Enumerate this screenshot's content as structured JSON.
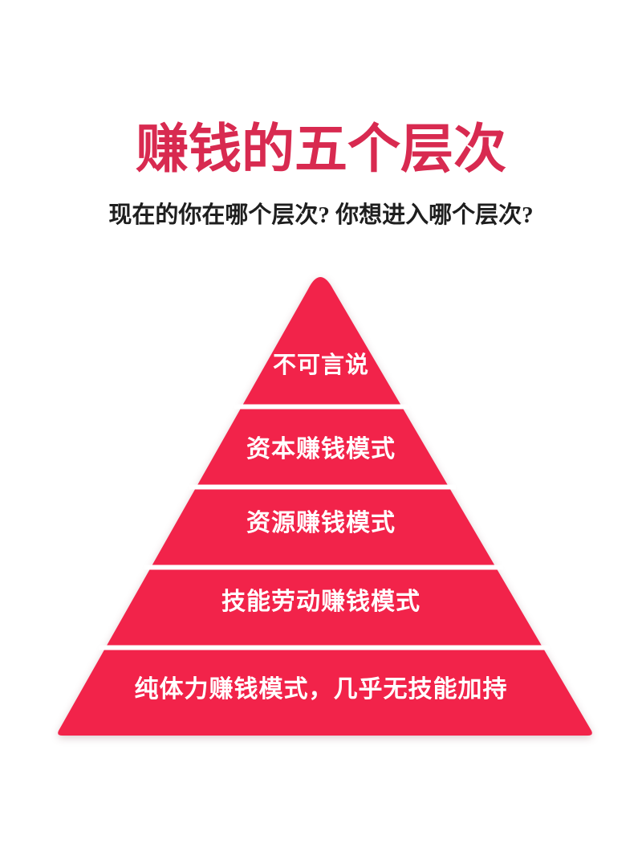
{
  "title": "赚钱的五个层次",
  "subtitle": "现在的你在哪个层次?  你想进入哪个层次?",
  "colors": {
    "title_red": "#d82a50",
    "pyramid_red": "#f2234a",
    "divider_white": "#ffffff",
    "label_white": "#ffffff",
    "subtitle_ink": "#1e1e1e",
    "background": "#ffffff"
  },
  "pyramid": {
    "direction": "top-is-highest",
    "levels": [
      {
        "rank": 1,
        "label": "不可言说"
      },
      {
        "rank": 2,
        "label": "资本赚钱模式"
      },
      {
        "rank": 3,
        "label": "资源赚钱模式"
      },
      {
        "rank": 4,
        "label": "技能劳动赚钱模式"
      },
      {
        "rank": 5,
        "label": "纯体力赚钱模式，几乎无技能加持"
      }
    ]
  }
}
